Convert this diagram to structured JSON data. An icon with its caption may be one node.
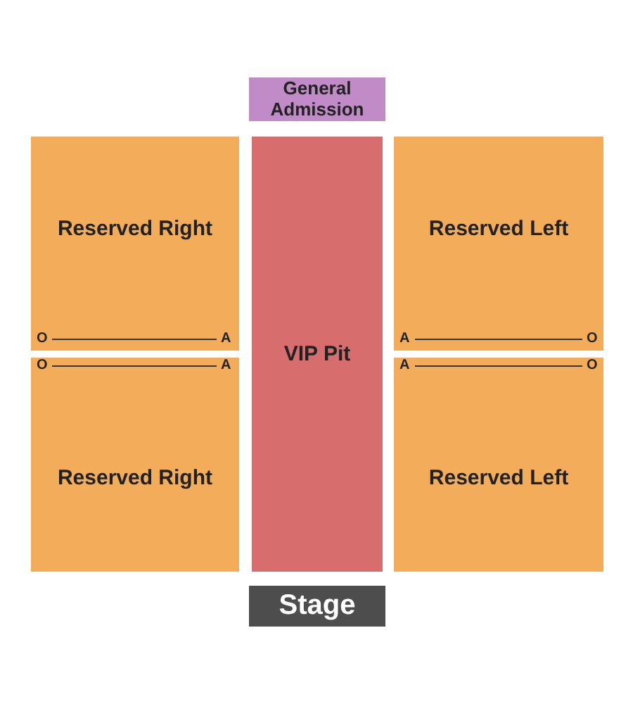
{
  "diagram": {
    "nodes": [
      {
        "text": [
          "General Admission"
        ]
      },
      {
        "text": [
          "Reserved Right"
        ]
      },
      {
        "text": [
          "VIP Pit"
        ]
      },
      {
        "text": [
          "Reserved Left"
        ]
      },
      {
        "text": [
          "Reserved Right"
        ]
      },
      {
        "text": [
          "Reserved Left"
        ]
      },
      {
        "text": [
          "Stage"
        ]
      }
    ],
    "labels": [
      "O",
      "A",
      "A",
      "O",
      "O",
      "A",
      "A",
      "O"
    ]
  }
}
